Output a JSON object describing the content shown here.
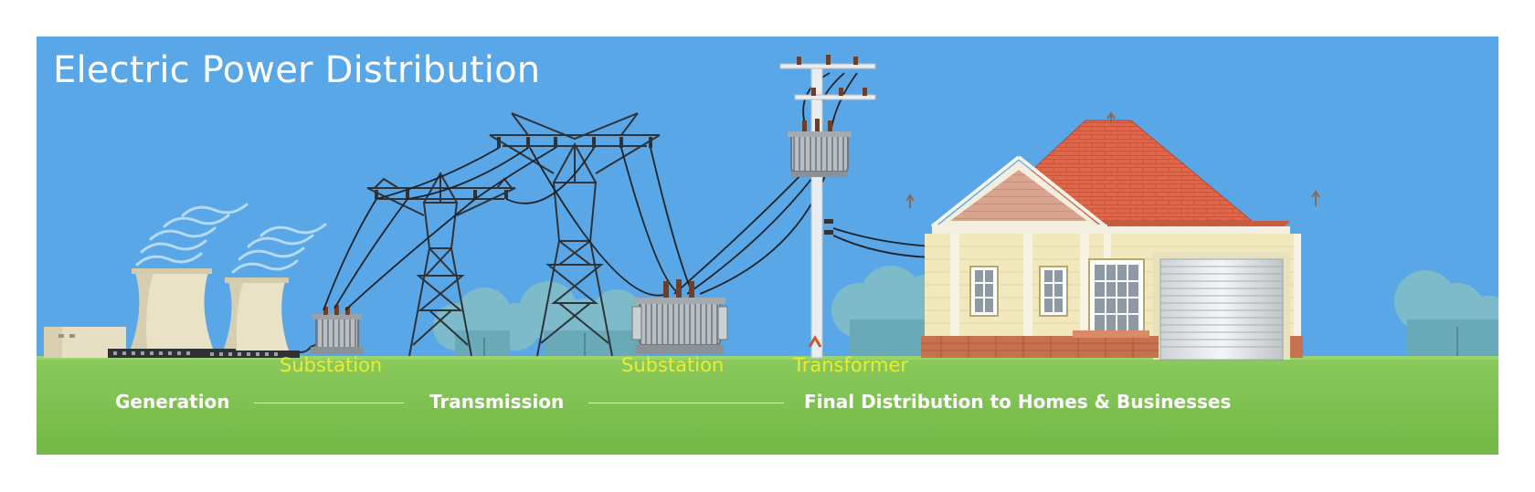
{
  "title": "Electric Power Distribution",
  "labels": {
    "substation_1": "Substation",
    "substation_2": "Substation",
    "transformer": "Transformer"
  },
  "stages": {
    "generation": "Generation",
    "transmission": "Transmission",
    "final_distribution": "Final Distribution to Homes & Businesses"
  },
  "colors": {
    "sky": "#5aa7e8",
    "grass": "#7cc04f",
    "label_yellow": "#e9ec34",
    "roof": "#e0674a",
    "house_wall": "#f1e8bd"
  }
}
